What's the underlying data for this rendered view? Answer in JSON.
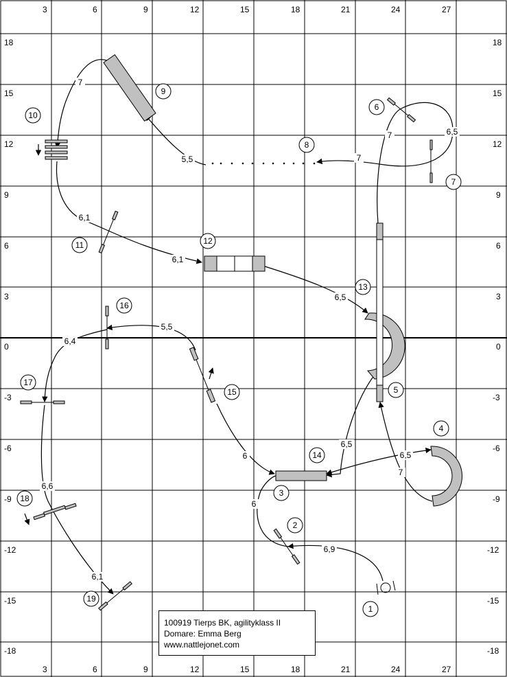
{
  "axis": {
    "x_ticks": [
      "3",
      "6",
      "9",
      "12",
      "15",
      "18",
      "21",
      "24",
      "27"
    ],
    "y_ticks": [
      "18",
      "15",
      "12",
      "9",
      "6",
      "3",
      "0",
      "-3",
      "-6",
      "-9",
      "-12",
      "-15",
      "-18"
    ]
  },
  "obstacle_numbers": [
    "1",
    "2",
    "3",
    "4",
    "5",
    "6",
    "7",
    "8",
    "9",
    "10",
    "11",
    "12",
    "13",
    "14",
    "15",
    "16",
    "17",
    "18",
    "19"
  ],
  "distances": [
    "7",
    "5,5",
    "6,5",
    "7",
    "6,1",
    "6,1",
    "6,5",
    "5,5",
    "6,4",
    "6",
    "6,5",
    "6,5",
    "7",
    "6,6",
    "6",
    "6,9",
    "6,1"
  ],
  "info": {
    "line1": "100919 Tierps BK, agilityklass II",
    "line2": "Domare: Emma Berg",
    "line3": "www.nattlejonet.com"
  },
  "colors": {
    "obstacle_fill": "#c0c0c0",
    "line": "#000000",
    "background": "#ffffff"
  }
}
